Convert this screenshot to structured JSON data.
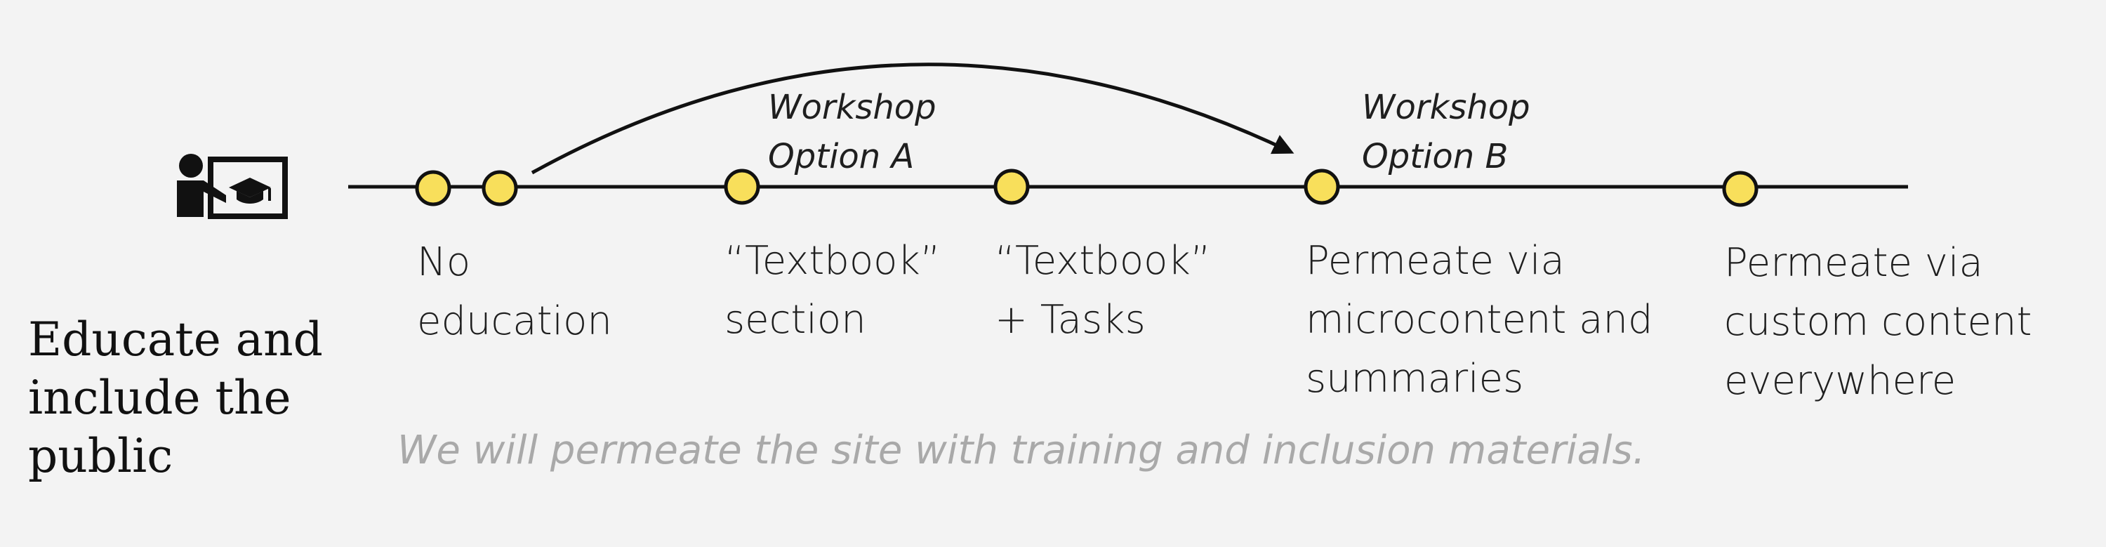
{
  "title": "Educate and\ninclude the\npublic",
  "subtitle": "We will permeate the site with training and inclusion materials.",
  "icon": "teacher-at-board-icon",
  "colors": {
    "node_fill": "#f8df5b",
    "stroke": "#111111",
    "background": "#f3f3f3",
    "subtitle": "#a9a9a9"
  },
  "stages": [
    "No\neducation",
    "“Textbook”\nsection",
    "“Textbook”\n+ Tasks",
    "Permeate via\nmicrocontent and\nsummaries",
    "Permeate via\ncustom content\neverywhere"
  ],
  "options": [
    "Workshop\nOption A",
    "Workshop\nOption B"
  ]
}
